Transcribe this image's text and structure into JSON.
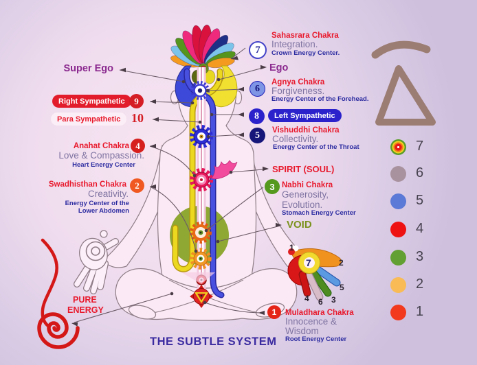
{
  "title": "THE SUBTLE SYSTEM",
  "labels": {
    "super_ego": "Super Ego",
    "ego": "Ego",
    "spirit": "SPIRIT (SOUL)",
    "void": "VOID",
    "pure_line1": "PURE",
    "pure_line2": "ENERGY"
  },
  "pills": {
    "right_sympathetic": {
      "label": "Right Sympathetic",
      "number": "9"
    },
    "para_sympathetic": {
      "label": "Para Sympathetic",
      "number": "10"
    },
    "left_sympathetic": {
      "label": "Left Sympathetic",
      "number": "8"
    }
  },
  "chakras": {
    "sahasrara": {
      "number": "7",
      "name": "Sahasrara Chakra",
      "quality": "Integration.",
      "center": "Crown Energy Center."
    },
    "agnya": {
      "number": "6",
      "name": "Agnya Chakra",
      "quality": "Forgiveness.",
      "center": "Energy Center of the Forehead."
    },
    "vishuddhi": {
      "number": "5",
      "name": "Vishuddhi Chakra",
      "quality": "Collectivity.",
      "center": "Energy Center of the Throat"
    },
    "anahat": {
      "number": "4",
      "name": "Anahat Chakra",
      "quality": "Love & Compassion.",
      "center": "Heart Energy Center"
    },
    "nabhi": {
      "number": "3",
      "name": "Nabhi Chakra",
      "quality1": "Generosity,",
      "quality2": "Evolution.",
      "center": "Stomach Energy Center"
    },
    "swadhisthan": {
      "number": "2",
      "name": "Swadhisthan Chakra",
      "quality": "Creativity.",
      "center1": "Energy Center of the",
      "center2": "Lower Abdomen"
    },
    "muladhara": {
      "number": "1",
      "name": "Muladhara Chakra",
      "quality1": "Innocence &",
      "quality2": "Wisdom",
      "center": "Root Energy Center"
    }
  },
  "hand": {
    "numbers": {
      "n1": "1",
      "n2": "2",
      "n7": "7",
      "n5": "5",
      "n3": "3",
      "n6": "6",
      "n4": "4"
    }
  },
  "legend": {
    "items": [
      {
        "number": "7",
        "color": "multi"
      },
      {
        "number": "6",
        "color": "#a8929e"
      },
      {
        "number": "5",
        "color": "#5b79d6"
      },
      {
        "number": "4",
        "color": "#ee1212"
      },
      {
        "number": "3",
        "color": "#63a033"
      },
      {
        "number": "2",
        "color": "#f8bb55"
      },
      {
        "number": "1",
        "color": "#f23a1e"
      }
    ],
    "multi_rings": [
      "#5a9e28",
      "#f0d020",
      "#f07818",
      "#e81818",
      "#ffffff"
    ]
  },
  "colors": {
    "accent_red": "#e8192c",
    "quality_purple": "#7f74a2",
    "center_navy": "#2b2ba0",
    "magenta": "#8b2a8f",
    "olive": "#7a921c",
    "title_blue": "#3b2ba0",
    "symbol_brown": "#9c7d73",
    "left_channel": "#4850e0",
    "right_channel": "#ecd91f"
  }
}
